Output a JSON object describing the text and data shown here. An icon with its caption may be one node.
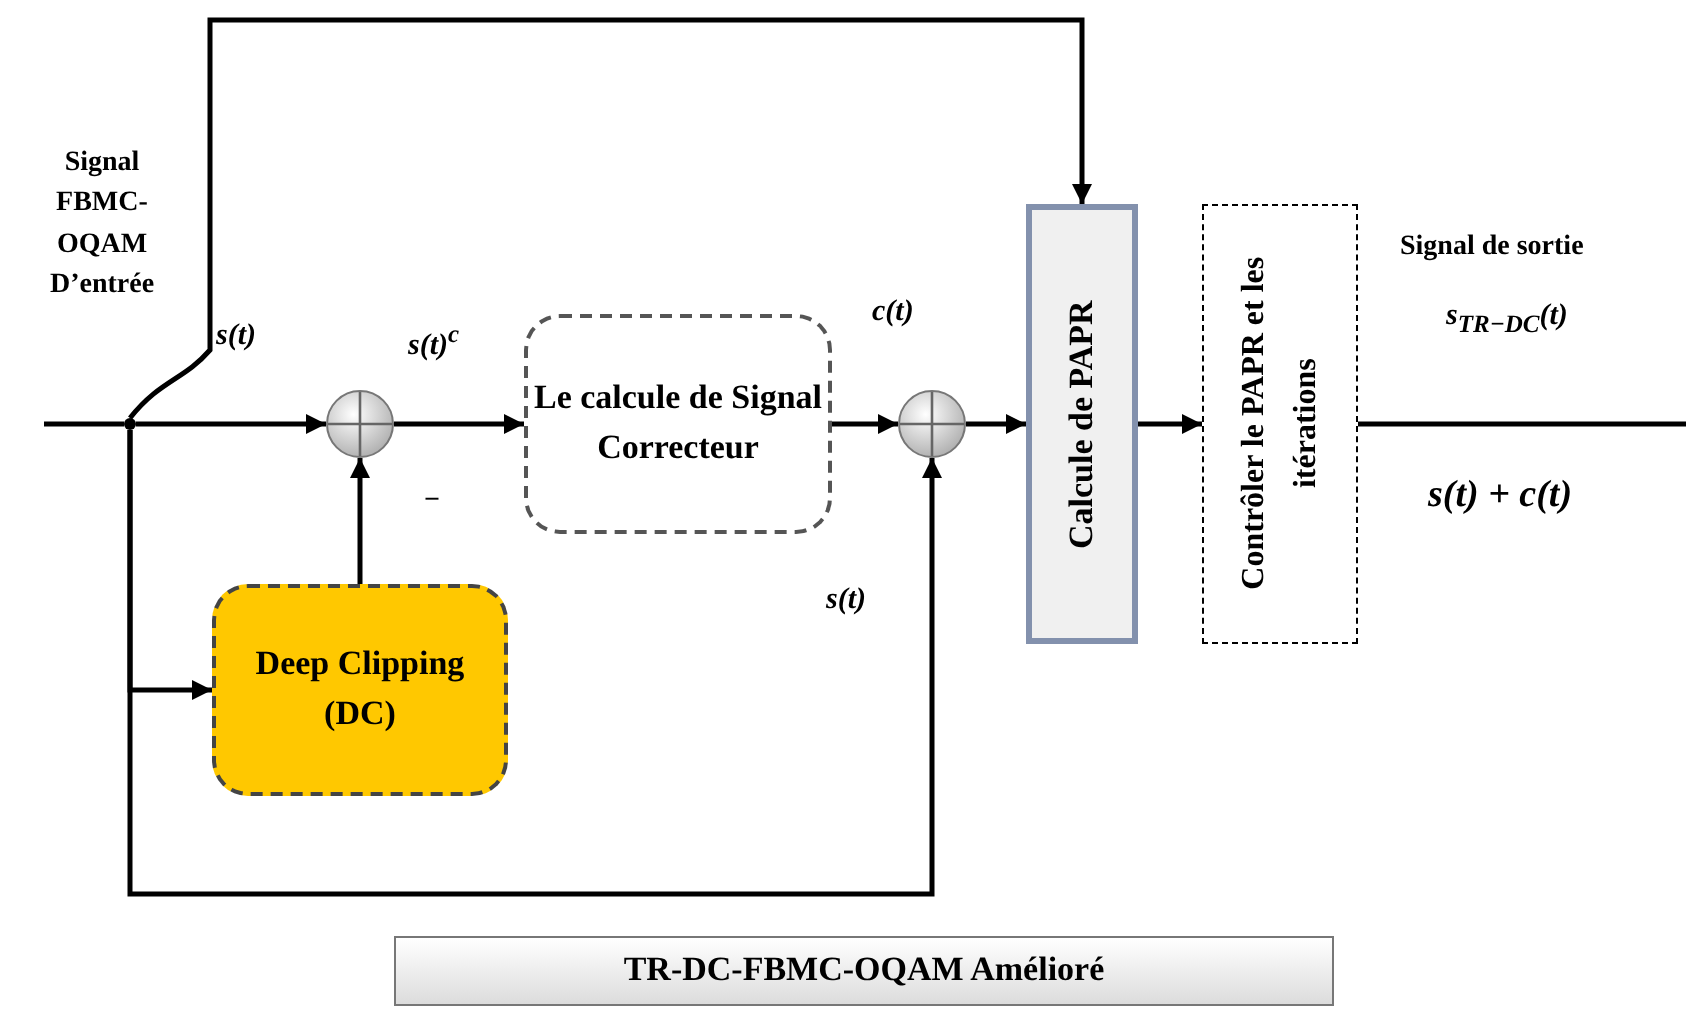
{
  "diagram": {
    "nodes": [
      {
        "text": [],
        "shape": "dot"
      },
      {
        "text": [],
        "shape": "circle"
      },
      {
        "text": [
          "Le calcule de Signal Correcteur"
        ]
      },
      {
        "text": [
          "Deep Clipping (DC)"
        ]
      },
      {
        "text": [],
        "shape": "circle"
      },
      {
        "text": [
          "Calcule de PAPR"
        ]
      },
      {
        "text": [
          "Contrôler le PAPR et les itérations"
        ]
      },
      {
        "text": [
          "TR-DC-FBMC-OQAM Amélioré"
        ]
      }
    ],
    "edges": [
      {
        "from": null,
        "to": 0,
        "arrow": "none"
      },
      {
        "from": 0,
        "to": 1,
        "arrow": "to"
      },
      {
        "from": 0,
        "to": 3,
        "arrow": "to"
      },
      {
        "from": 3,
        "to": 1,
        "arrow": "to"
      },
      {
        "from": 1,
        "to": 2,
        "arrow": "to"
      },
      {
        "from": 2,
        "to": 4,
        "arrow": "to"
      },
      {
        "from": 0,
        "to": 4,
        "arrow": "to"
      },
      {
        "from": 4,
        "to": 5,
        "arrow": "to"
      },
      {
        "from": 0,
        "to": 5,
        "arrow": "to"
      },
      {
        "from": 5,
        "to": 6,
        "arrow": "to"
      },
      {
        "from": 6,
        "to": null,
        "arrow": "none"
      }
    ],
    "labels": [
      "Signal FBMC-OQAM D’entrée",
      "s(t)",
      "s(t)$^{c}$",
      "−",
      "c(t)",
      "s(t)",
      "Signal de sortie",
      "s$_{TR−DC}$(t)",
      "s(t) + c(t)"
    ]
  }
}
